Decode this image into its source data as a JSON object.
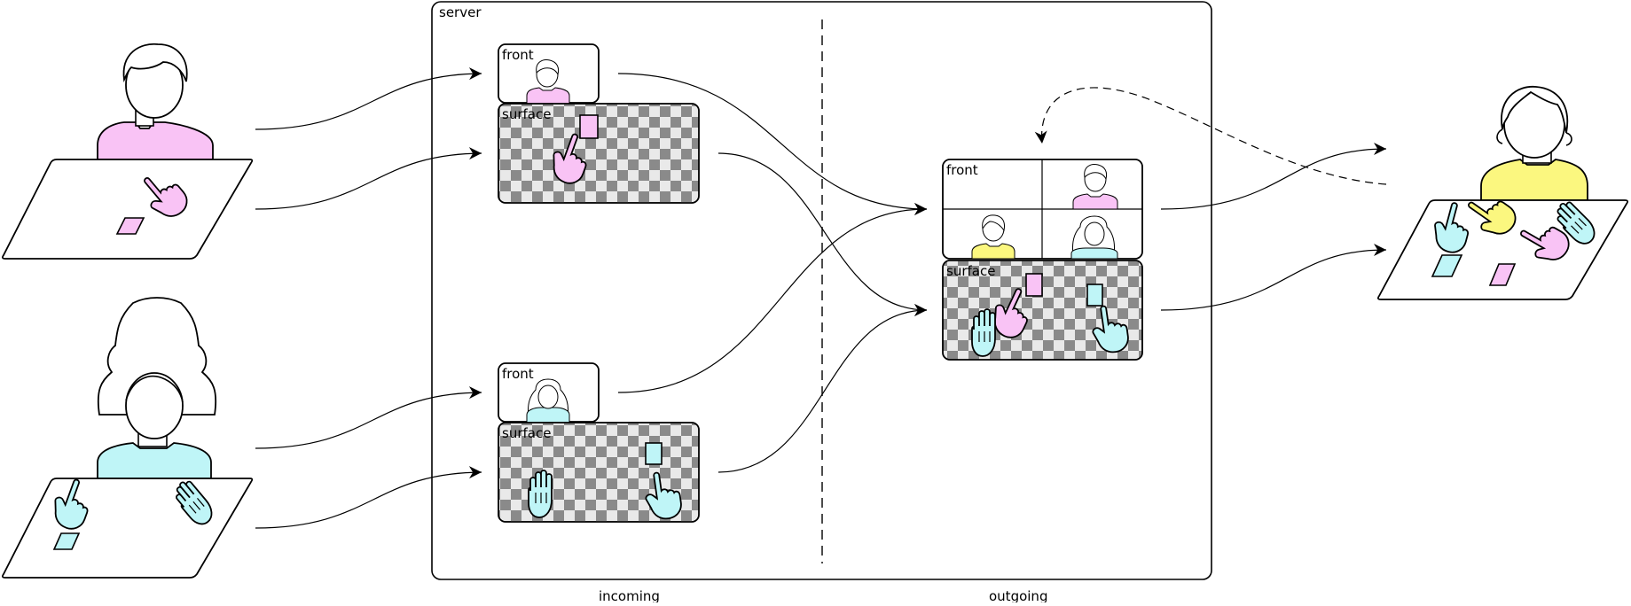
{
  "server": {
    "label": "server"
  },
  "columns": {
    "incoming": "incoming",
    "outgoing": "outgoing"
  },
  "incoming_streams": [
    {
      "front_label": "front",
      "surface_label": "surface"
    },
    {
      "front_label": "front",
      "surface_label": "surface"
    }
  ],
  "outgoing_stream": {
    "front_label": "front",
    "surface_label": "surface"
  },
  "colors": {
    "user_pink": "#f9c3f5",
    "user_cyan": "#bff5f7",
    "user_yellow": "#fbf77f",
    "checker_dark": "#8a8a8a",
    "checker_light": "#e9e9e9"
  },
  "icons": [
    "person-icon",
    "laptop-icon",
    "pointing-hand-icon",
    "open-hand-icon",
    "card-icon"
  ]
}
